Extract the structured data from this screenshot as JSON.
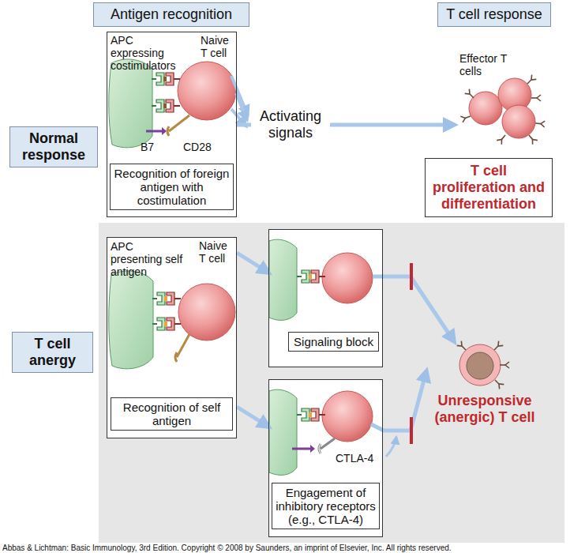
{
  "diagram": {
    "nodes": [
      {
        "text": [
          "Antigen recognition"
        ]
      },
      {
        "text": [
          "T cell response"
        ]
      },
      {
        "text": [
          "Normal response"
        ]
      },
      {
        "text": [
          "APC expressing costimulators",
          "Naive T cell",
          "B7",
          "CD28",
          "Recognition of foreign antigen with costimulation"
        ]
      },
      {
        "text": [
          "Effector T cells"
        ]
      },
      {
        "text": [
          "T cell proliferation and differentiation"
        ]
      },
      {
        "text": [
          "T cell anergy"
        ]
      },
      {
        "text": [
          "APC presenting self antigen",
          "Naive T cell",
          "Recognition of self antigen"
        ]
      },
      {
        "text": [
          "Signaling block"
        ]
      },
      {
        "text": [
          "CTLA-4",
          "Engagement of inhibitory receptors (e.g., CTLA-4)"
        ]
      },
      {
        "text": [
          "Unresponsive (anergic) T cell"
        ]
      }
    ],
    "edges": [
      {
        "from": 3,
        "to": 4,
        "arrow": "to",
        "label": "Activating signals"
      },
      {
        "from": 7,
        "to": 8,
        "arrow": "to"
      },
      {
        "from": 7,
        "to": 9,
        "arrow": "to"
      },
      {
        "from": 8,
        "to": 10,
        "arrow": "to"
      },
      {
        "from": 9,
        "to": 10,
        "arrow": "to"
      }
    ],
    "labels": [
      "Abbas & Lichtman: Basic Immunology, 3rd Edition. Copyright © 2008 by Saunders, an imprint of Elsevier, Inc. All rights reserved."
    ]
  }
}
